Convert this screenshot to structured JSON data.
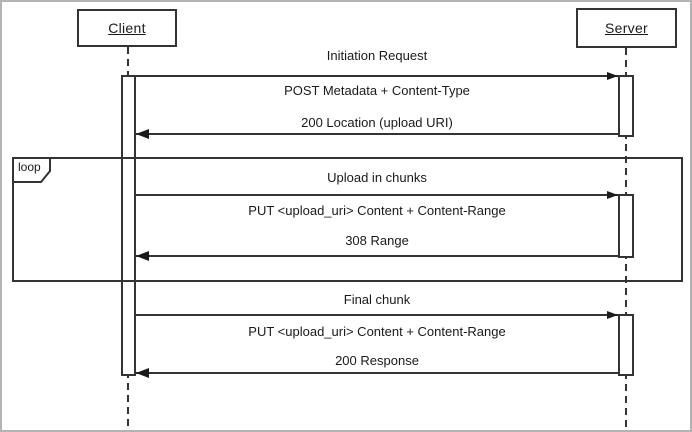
{
  "diagram": {
    "type": "uml-sequence",
    "actors": {
      "client": "Client",
      "server": "Server"
    },
    "loop_label": "loop",
    "sections": [
      {
        "title": "Initiation Request",
        "request": "POST Metadata + Content-Type",
        "response": "200 Location (upload URI)"
      },
      {
        "title": "Upload in chunks",
        "request": "PUT <upload_uri> Content + Content-Range",
        "response": "308 Range"
      },
      {
        "title": "Final chunk",
        "request": "PUT <upload_uri> Content + Content-Range",
        "response": "200 Response"
      }
    ],
    "colors": {
      "line": "#333333",
      "text": "#1a1a1a",
      "outer_border": "#b3b3b3",
      "background": "#ffffff"
    }
  }
}
